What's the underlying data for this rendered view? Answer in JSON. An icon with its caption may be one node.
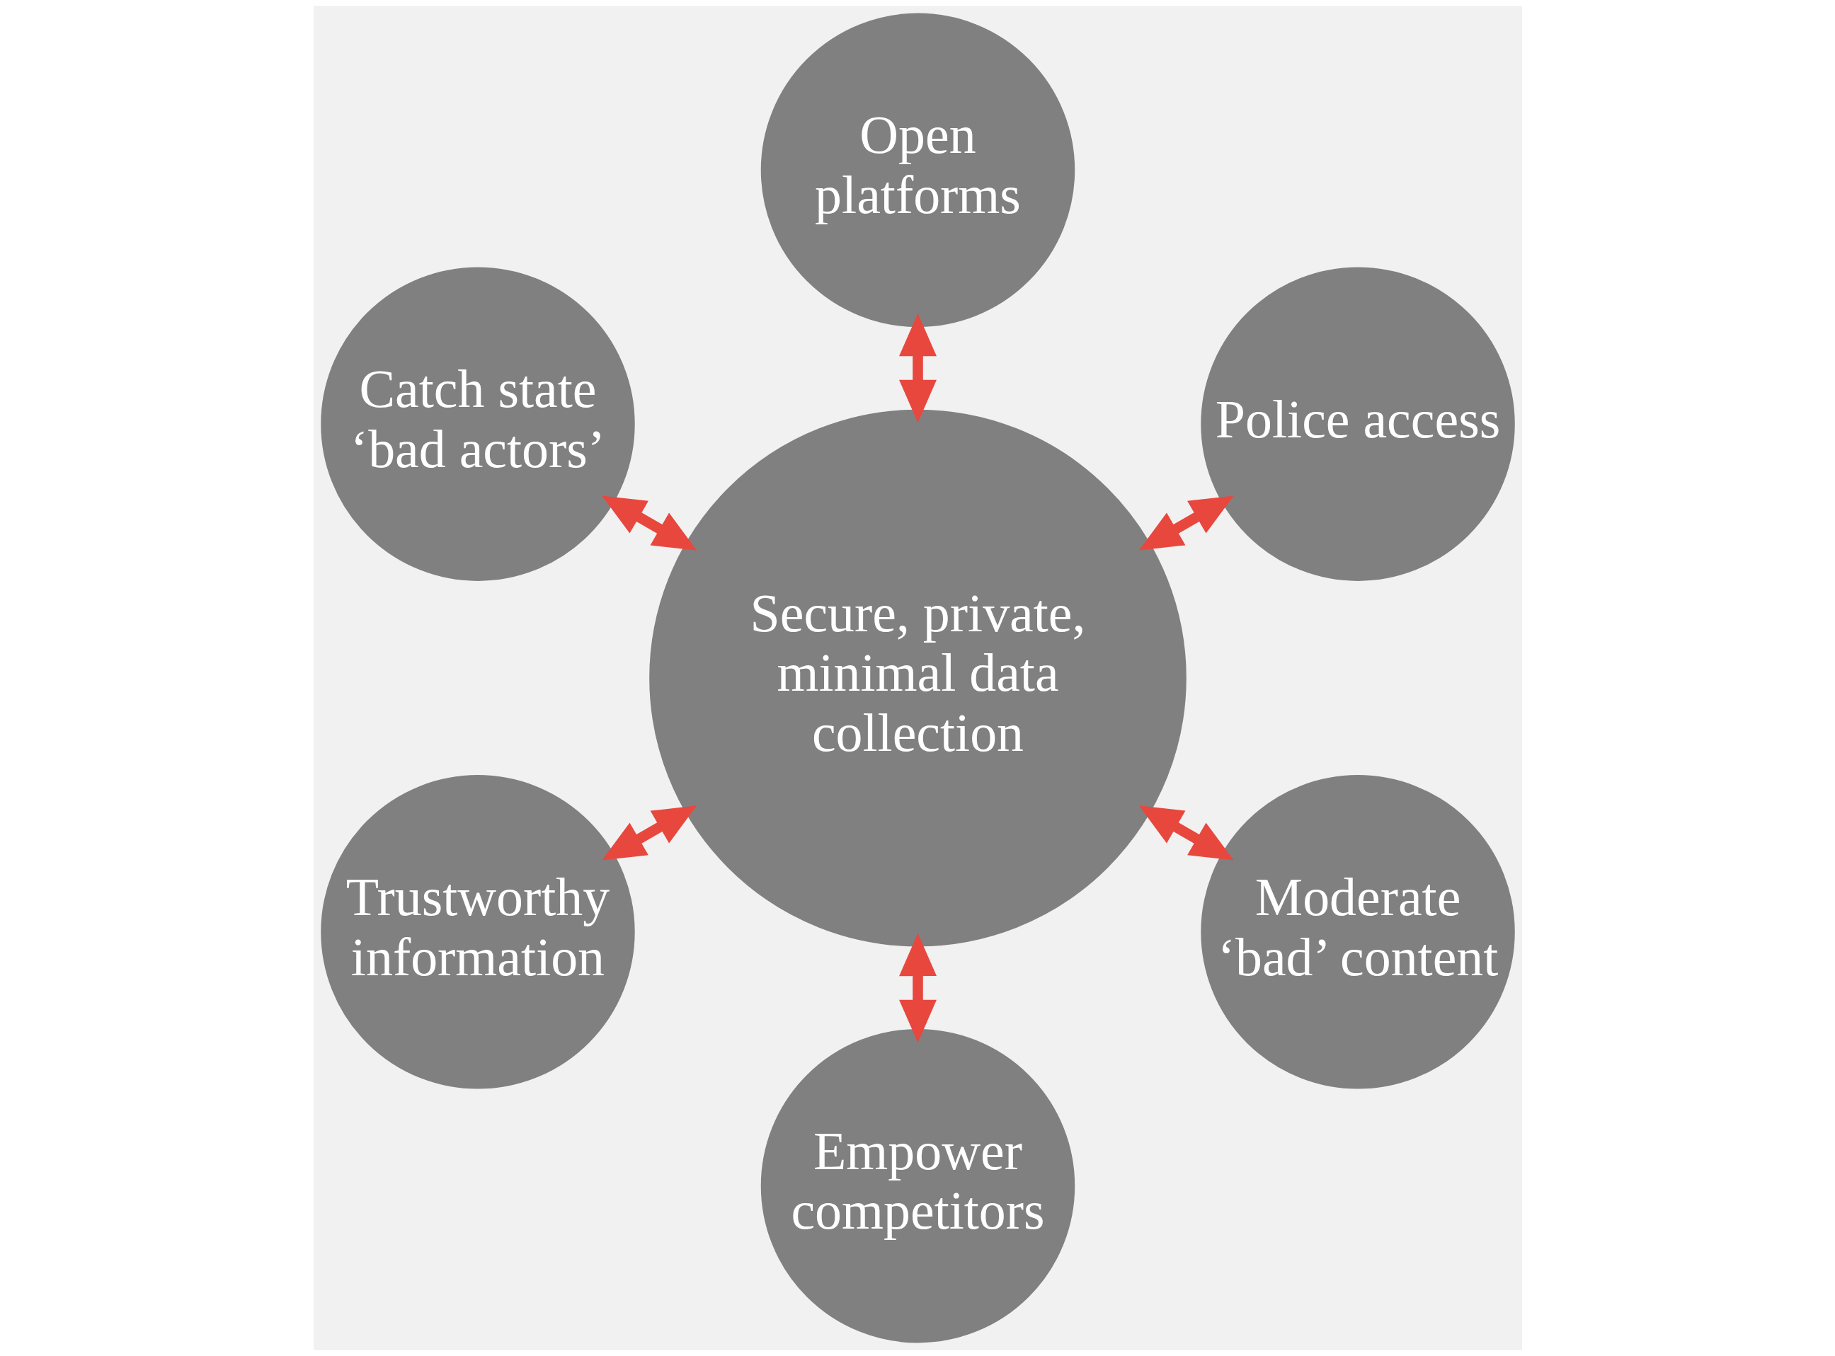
{
  "diagram": {
    "nodes": [
      {
        "text": [
          "Police access"
        ]
      },
      {
        "text": [
          "Open platforms"
        ]
      },
      {
        "text": [
          "Catch state ‘bad actors’"
        ]
      },
      {
        "text": [
          "Secure, private, minimal data collection"
        ]
      },
      {
        "text": [
          "Trustworthy information"
        ]
      },
      {
        "text": [
          "Empower competitors"
        ]
      },
      {
        "text": [
          "Moderate ‘bad’ content"
        ]
      }
    ],
    "edges": [
      {
        "from": 3,
        "to": 0,
        "arrow": "both"
      },
      {
        "from": 3,
        "to": 1,
        "arrow": "both"
      },
      {
        "from": 3,
        "to": 2,
        "arrow": "both"
      },
      {
        "from": 3,
        "to": 4,
        "arrow": "both"
      },
      {
        "from": 3,
        "to": 5,
        "arrow": "both"
      },
      {
        "from": 3,
        "to": 6,
        "arrow": "both"
      }
    ]
  }
}
